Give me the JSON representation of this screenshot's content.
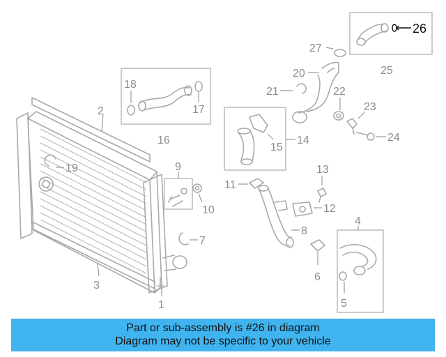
{
  "diagram": {
    "callouts": [
      "1",
      "2",
      "3",
      "4",
      "5",
      "6",
      "7",
      "8",
      "9",
      "10",
      "11",
      "12",
      "13",
      "14",
      "15",
      "16",
      "17",
      "18",
      "19",
      "20",
      "21",
      "22",
      "23",
      "24",
      "25",
      "26",
      "27"
    ],
    "highlighted_part": "26"
  },
  "banner": {
    "line1": "Part or sub-assembly is #26 in diagram",
    "line2": "Diagram may not be specific to your vehicle",
    "color": "#40b4ef"
  }
}
